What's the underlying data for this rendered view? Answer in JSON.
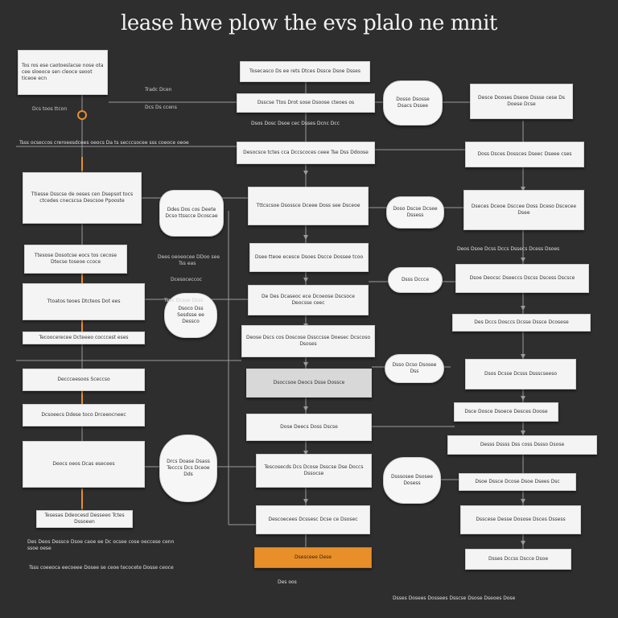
{
  "title": "lease hwe plow the evs plalo ne mnit",
  "legend": {
    "box": "Tos ros ese caotoeslacse nose ota cee sloeoce sen cleoce seoot ticeoe ecn",
    "label1": "Tradc Dcen",
    "label2": "Dcs Ds ccens",
    "label3": "Dcs toos ttcon"
  },
  "left_col": [
    "Ttiesse Dsscse de oeses cen Dsepsot tocs ctcedes cnecscsa Descsoe Ppooste",
    "Ttesose Dosotcse eocs tos cecose Dtecse toseoe ccoce",
    "Ttoatos teoes Dtcteos Dot ees",
    "Tecoocerecee Dcteeeo cocccest eses",
    "Deccceesoos Sceccso",
    "Dcsoeecs Ddese toco Drceeocneec",
    "Deocs oeos Dcas esecees",
    "Tesesas Ddeocesd Desseeo Tctes Dssoeen"
  ],
  "left_notes": {
    "n1": "Dees oeoeocee DDoo see",
    "n2": "Tss eas",
    "n3": "Dcesoceccoc",
    "n4": "Tsss ocseccos creroeesdcees oeocs Da ts secccsocee sss coeoce oeoe",
    "n5": "Des Deos Dessce Dsoe caoe ee Dc ocsee cose oeccese cenn ssoe oese",
    "n6": "Tsss coeeoca eecoeee Dosee se ceoe tecocete Dosse ceoce"
  },
  "mid_left_ovals": [
    "Ddes Dos cos Deete Dcso ttsscce Dcoscae",
    "Dsoco Dss Sesdsse ee Dessco",
    "Drcs Doase Dsass Tecccs Dcs Dceoe Dds"
  ],
  "center_col": [
    "Tosecasco Ds ee rets Dtces Dssce Dsoe Dsses",
    "Dsscse Ttos Drot sose Dsoose cteoes os",
    "Desocsce tctes cca Dccscoces ceee Tse Dss Ddoose",
    "Tttcscsoe Dsossce Dceee Doss see Dsceoe",
    "Dsee tteoe ecesce Dsoes Dscce Dossee tcoo",
    "De Des Dcaseoc ece Dcoeose Dscsoce Deocsse ceec",
    "Deose Dscs cos Doscose Dssccsse Doesec Dcscoso Dsoses",
    "Dsoccsoe Deocs Dsse Dossce",
    "Dose Deecs Doss Dscse",
    "Tescosecds Dcs Dcose Dsscse Dse Doccs Dssocse",
    "Descoecees Dcssesc Dcse ce Dsosec",
    "Dsesceee Dese"
  ],
  "center_notes": {
    "n1": "Dsos Dosc Dsoe cec Dsses Dcnc Dcc",
    "n2": "Tsec Dcsse Dsss",
    "n3": "Des oos"
  },
  "right_ovals": [
    "Dosso Dsosse Dsacs Dssee",
    "Doso Dscse Dcsee Dssess",
    "Dsss Dccce",
    "Dsso Dcso Dsosee Dss",
    "Dsssosee Dsosee Dosess"
  ],
  "right_col": [
    "Desce Dooses Dseoe Dssse cese Ds Doese Dcse",
    "Doss Dsces Dossces Dseec Dseee cses",
    "Dseces Dceoe Dsccee Doss Dceso Dscecee Dsee",
    "Dsoe Deocsc Dseeccs Dscss Dscess Dscsce",
    "Des Dccs Dosccs Dcsse Dssce Dcosese",
    "Dsos Dcsse Dcsss Dssscseeso",
    "Dsce Dosce Dsoece Desces Doose",
    "Desss Dssss Dss coss Dssso Dsose",
    "Dsoe Dssce Dcose Dsoe Dsees Dsc",
    "Dsscese Desse Dosose Dsces Dssess",
    "Dsses Dccss Dscce Dsoe"
  ],
  "right_notes": {
    "n1": "Deos Dsoe Dcss Dccs Dssecs Dcess Dsoes",
    "n2": "Dsses Dosees Dossees Dsscse Dsose Dseoes Dose"
  },
  "colors": {
    "background": "#2e2e2e",
    "box": "#f4f4f4",
    "accent": "#e88f2a"
  }
}
